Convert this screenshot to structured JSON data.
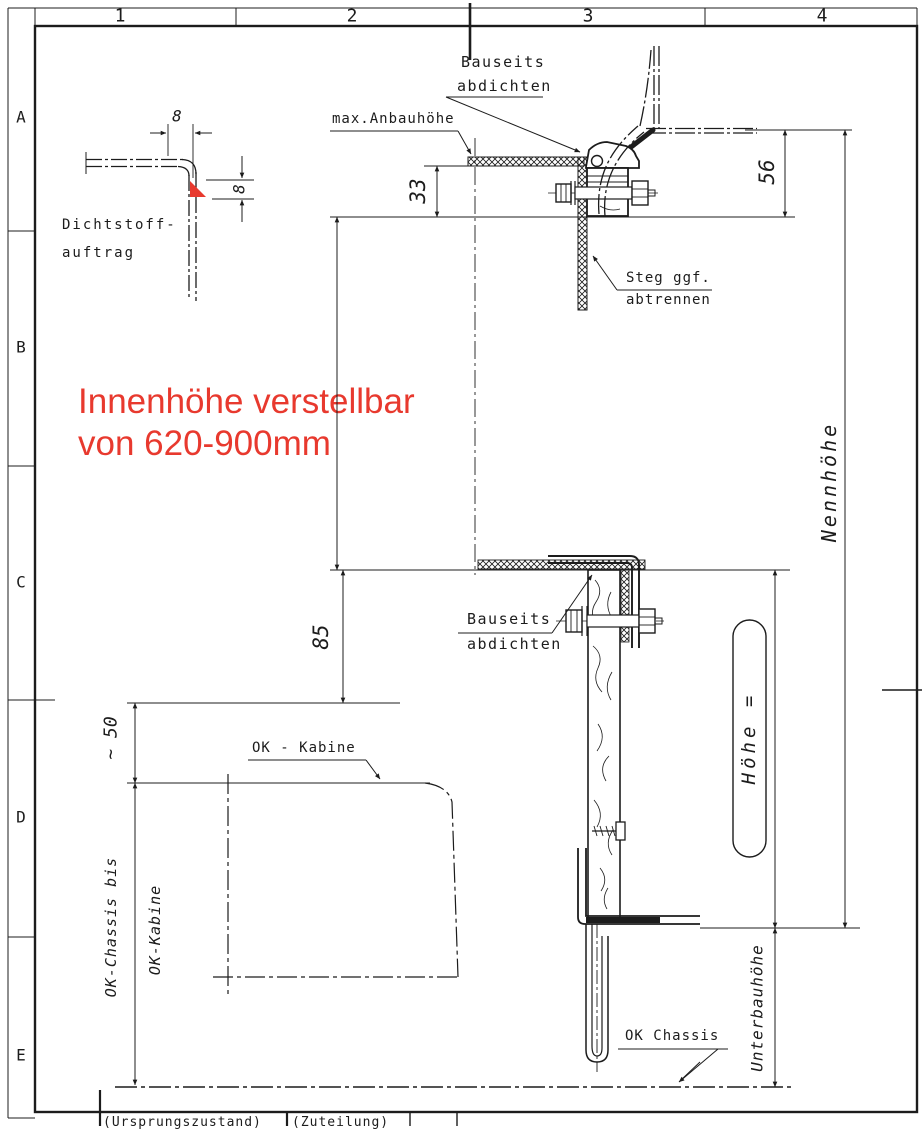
{
  "colors": {
    "red_annotation": "#e8392e",
    "ink": "#1c1c1c"
  },
  "frame": {
    "columns": [
      "1",
      "2",
      "3",
      "4"
    ],
    "rows": [
      "A",
      "B",
      "C",
      "D",
      "E"
    ],
    "titleblock": {
      "field1": "(Ursprungszustand)",
      "field2": "(Zuteilung)"
    }
  },
  "red_note": {
    "line1": "Innenhöhe verstellbar",
    "line2": "von 620-900mm"
  },
  "labels": {
    "bauseits_top": {
      "line1": "Bauseits",
      "line2": "abdichten"
    },
    "max_anbauhoehe": "max.Anbauhöhe",
    "dichtstoff": {
      "line1": "Dichtstoff-",
      "line2": "auftrag"
    },
    "steg": {
      "line1": "Steg ggf.",
      "line2": "abtrennen"
    },
    "bauseits_mid": {
      "line1": "Bauseits",
      "line2": "abdichten"
    },
    "ok_kabine": "OK - Kabine",
    "ok_chassis": "OK Chassis"
  },
  "dimensions": {
    "anbau_33": "33",
    "hoehe_56": "56",
    "abstand_85": "85",
    "bead_width_8": "8",
    "bead_height_8": "8",
    "approx_50": "~ 50",
    "nennhoehe": "Nennhöhe",
    "hoehe_eq": "Höhe =",
    "unterbauhoehe": "Unterbauhöhe",
    "chassis_bis": "OK-Chassis bis",
    "ok_kabine_dim": "OK-Kabine"
  }
}
